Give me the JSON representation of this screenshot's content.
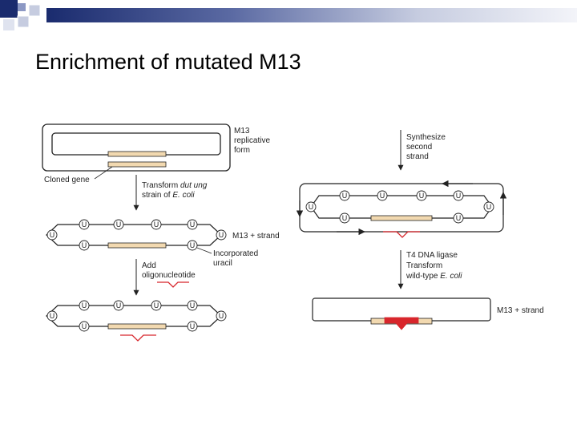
{
  "slide": {
    "title": "Enrichment of mutated M13"
  },
  "diagram": {
    "uracil_symbol": "U",
    "left_column": {
      "step1_label": [
        "M13",
        "replicative",
        "form"
      ],
      "cloned_gene_label": "Cloned gene",
      "arrow1_label_line1_prefix": "Transform ",
      "arrow1_label_line1_italic": "dut ung",
      "arrow1_label_line2_prefix": "strain of ",
      "arrow1_label_line2_italic": "E. coli",
      "strand_label": "M13 + strand",
      "incorporated_label": [
        "Incorporated",
        "uracil"
      ],
      "arrow2_label": [
        "Add",
        "oligonucleotide"
      ]
    },
    "right_column": {
      "arrow1_label": [
        "Synthesize",
        "second",
        "strand"
      ],
      "arrow2_label_line1": "T4 DNA ligase",
      "arrow2_label_line2": "Transform",
      "arrow2_label_line3_prefix": "wild-type ",
      "arrow2_label_line3_italic": "E. coli",
      "final_label": "M13 + strand"
    },
    "colors": {
      "gene_fill": "#f2d9b0",
      "mutation_red": "#d8262c",
      "dna_line": "#222222"
    }
  }
}
